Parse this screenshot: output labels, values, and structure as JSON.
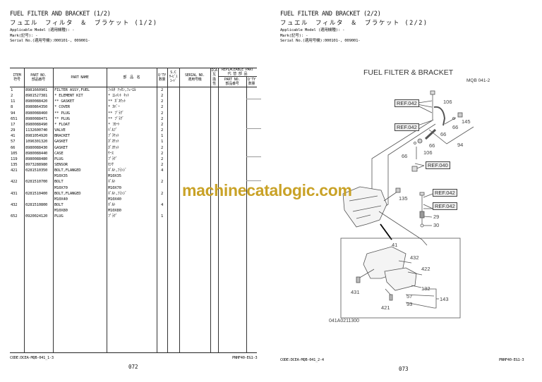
{
  "left_page": {
    "title_en": "FUEL FILTER AND BRACKET (1/2)",
    "title_jp": "フュエル　フィルタ　＆　ブラケット (1/2)",
    "applicable_model": "Applicable Model (適用機種): -",
    "mark": "Mark(記号): -",
    "serial_no": "Serial No.(適用号機):000101-, 009001-",
    "table": {
      "headers": {
        "item": [
          "ITEM",
          "符号"
        ],
        "part_no": [
          "PART NO.",
          "部品番号"
        ],
        "part_name": "PART NAME",
        "part_name_jp": "部　品　名",
        "qty": [
          "Q'TY",
          "数量"
        ],
        "sc": [
          "S.C",
          "ｻｰﾋﾞｽ",
          "ｺｰﾄﾞ"
        ],
        "serial": [
          "SERIAL NO.",
          "適用号機"
        ],
        "ica": [
          "ICA",
          "互",
          "換",
          "性"
        ],
        "replaceable": [
          "REPLACEABLE PART",
          "代 替 部 品"
        ],
        "repl_part_no": [
          "PART NO.",
          "部品番号"
        ],
        "repl_qty": [
          "Q'TY",
          "数量"
        ]
      },
      "rows": [
        {
          "item": "1",
          "part_no": "8981660901",
          "name": "FILTER ASSY,FUEL",
          "name_jp": "ﾌｨﾙﾀ ｱｯｾﾝ,ﾌｭｰｴﾙ",
          "qty": "2"
        },
        {
          "item": "2",
          "part_no": "8981527381",
          "name": "* ELEMENT KIT",
          "name_jp": "* ｴﾚﾒﾝﾄ ｷｯﾄ",
          "qty": "2"
        },
        {
          "item": "11",
          "part_no": "8980088420",
          "name": "** GASKET",
          "name_jp": "** ｶﾞｽｹｯﾄ",
          "qty": "2"
        },
        {
          "item": "8",
          "part_no": "8980864350",
          "name": "* COVER",
          "name_jp": "* ｶﾊﾞｰ",
          "qty": "2"
        },
        {
          "item": "94",
          "part_no": "8980088460",
          "name": "** PLUG",
          "name_jp": "** ﾌﾟﾗｸﾞ",
          "qty": "2"
        },
        {
          "item": "651",
          "part_no": "8980088471",
          "name": "** PLUG",
          "name_jp": "** ﾌﾟﾗｸﾞ",
          "qty": "2"
        },
        {
          "item": "17",
          "part_no": "8980088490",
          "name": "* FLOAT",
          "name_jp": "* ﾌﾛｰﾄ",
          "qty": "2"
        },
        {
          "item": "29",
          "part_no": "1132600740",
          "name": "VALVE",
          "name_jp": "ﾊﾞﾙﾌﾞ",
          "qty": "2"
        },
        {
          "item": "41",
          "part_no": "8981054920",
          "name": "BRACKET",
          "name_jp": "ﾌﾞﾗｹｯﾄ",
          "qty": "1"
        },
        {
          "item": "57",
          "part_no": "1096301320",
          "name": "GASKET",
          "name_jp": "ｶﾞｽｹｯﾄ",
          "qty": "1"
        },
        {
          "item": "66",
          "part_no": "8980088430",
          "name": "GASKET",
          "name_jp": "ｶﾞｽｹｯﾄ",
          "qty": "2"
        },
        {
          "item": "105",
          "part_no": "8980088440",
          "name": "CASE",
          "name_jp": "ｹｰｽ",
          "qty": "2"
        },
        {
          "item": "119",
          "part_no": "8980088480",
          "name": "PLUG",
          "name_jp": "ﾌﾟﾗｸﾞ",
          "qty": "2"
        },
        {
          "item": "135",
          "part_no": "8973288980",
          "name": "SENSOR",
          "name_jp": "ｾﾝｻ",
          "qty": "2"
        },
        {
          "item": "421",
          "part_no": "0281510350",
          "name": "BOLT,FLANGED",
          "name_jp": "ﾎﾞﾙﾄ,ﾌﾗﾝｼﾞ",
          "qty": "4"
        },
        {
          "item": "",
          "part_no": "",
          "name": "M10X35",
          "name_jp": "M10X35",
          "qty": ""
        },
        {
          "item": "422",
          "part_no": "0281510700",
          "name": "BOLT",
          "name_jp": "ﾎﾞﾙﾄ",
          "qty": "2"
        },
        {
          "item": "",
          "part_no": "",
          "name": "M10X70",
          "name_jp": "M10X70",
          "qty": ""
        },
        {
          "item": "431",
          "part_no": "0281510400",
          "name": "BOLT,FLANGED",
          "name_jp": "ﾎﾞﾙﾄ,ﾌﾗﾝｼﾞ",
          "qty": "2"
        },
        {
          "item": "",
          "part_no": "",
          "name": "M10X40",
          "name_jp": "M10X40",
          "qty": ""
        },
        {
          "item": "432",
          "part_no": "0281510800",
          "name": "BOLT",
          "name_jp": "ﾎﾞﾙﾄ",
          "qty": "4"
        },
        {
          "item": "",
          "part_no": "",
          "name": "M10X80",
          "name_jp": "M10X80",
          "qty": ""
        },
        {
          "item": "652",
          "part_no": "0920024120",
          "name": "PLUG",
          "name_jp": "ﾌﾟﾗｸﾞ",
          "qty": "1"
        }
      ]
    },
    "footer_code": "CODE:DCEA-MQB-041_1-3",
    "footer_model": "PNHF40-EG1-3",
    "page_number": "072"
  },
  "right_page": {
    "title_en": "FUEL FILTER AND BRACKET (2/2)",
    "title_jp": "フュエル　フィルタ　＆　ブラケット (2/2)",
    "applicable_model": "Applicable Model (適用機種): -",
    "mark": "Mark(記号): -",
    "serial_no": "Serial No.(適用号機):000101-, 009001-",
    "diagram": {
      "title": "FUEL FILTER & BRACKET",
      "code": "MQB 041-2",
      "refs": [
        "REF.042",
        "REF.042",
        "REF.040",
        "REF.042",
        "REF.042"
      ],
      "callouts": [
        "106",
        "145",
        "66",
        "66",
        "94",
        "66",
        "106",
        "66",
        "135",
        "29",
        "30",
        "41",
        "432",
        "422",
        "431",
        "132",
        "143",
        "57",
        "93",
        "421"
      ],
      "drawing_number": "041A0211300"
    },
    "footer_code": "CODE:DCEA-MQB-041_2-4",
    "footer_model": "PNHF40-EG1-3",
    "page_number": "073"
  },
  "watermark": "machinecatalogic.com",
  "colors": {
    "watermark": "#c9a227",
    "text": "#111111",
    "ref_box": "#eeeeee"
  }
}
